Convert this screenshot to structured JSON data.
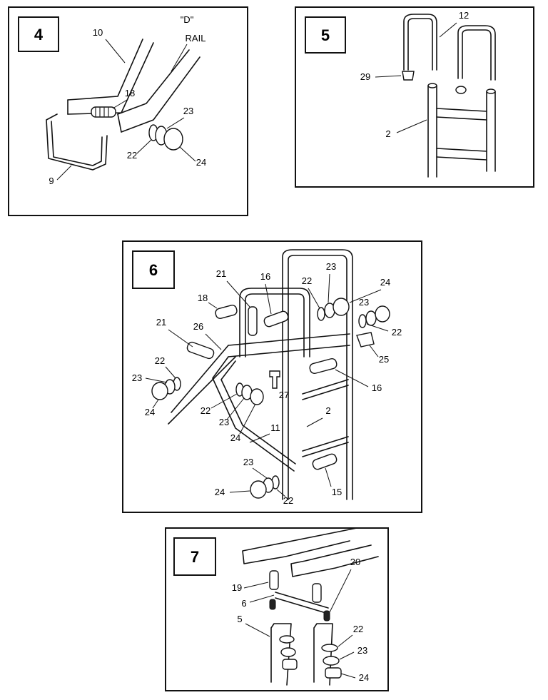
{
  "panels": [
    {
      "step": "4",
      "labels": [
        "10",
        "\"D\"",
        "RAIL",
        "18",
        "23",
        "22",
        "24",
        "9"
      ]
    },
    {
      "step": "5",
      "labels": [
        "12",
        "29",
        "2"
      ]
    },
    {
      "step": "6",
      "labels": [
        "21",
        "16",
        "22",
        "23",
        "24",
        "18",
        "23",
        "22",
        "21",
        "26",
        "25",
        "22",
        "23",
        "16",
        "24",
        "27",
        "22",
        "23",
        "2",
        "24",
        "11",
        "23",
        "24",
        "15",
        "22"
      ]
    },
    {
      "step": "7",
      "labels": [
        "19",
        "20",
        "6",
        "5",
        "22",
        "23",
        "24"
      ]
    }
  ]
}
